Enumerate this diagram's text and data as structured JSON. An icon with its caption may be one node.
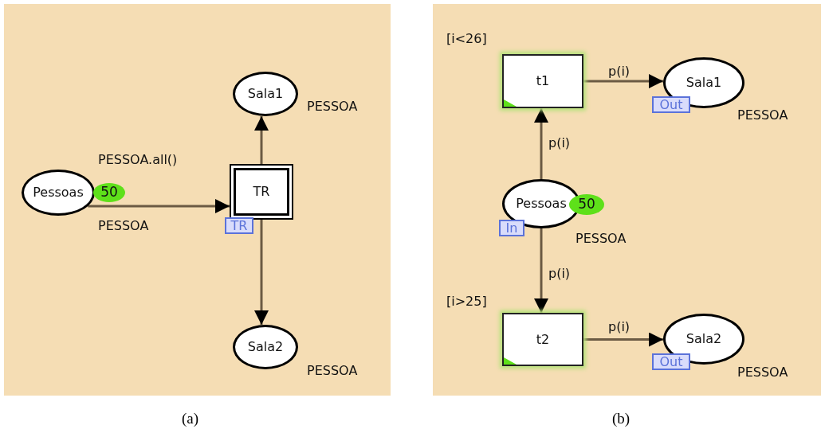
{
  "diagram": {
    "nodes": [
      {
        "text": [],
        "shape": "box",
        "beside": [
          "(a)"
        ]
      },
      {
        "text": [
          "Pessoas"
        ],
        "in": 0,
        "beside": [
          "PESSOA"
        ]
      },
      {
        "text": [
          "50"
        ],
        "in": 0
      },
      {
        "text": [
          "TR"
        ],
        "in": 0
      },
      {
        "text": [
          "TR"
        ],
        "in": 0
      },
      {
        "text": [
          "Sala1"
        ],
        "in": 0,
        "beside": [
          "PESSOA"
        ]
      },
      {
        "text": [
          "Sala2"
        ],
        "in": 0,
        "beside": [
          "PESSOA"
        ]
      },
      {
        "text": [],
        "shape": "box",
        "beside": [
          "(b)"
        ]
      },
      {
        "text": [
          "t1"
        ],
        "in": 7,
        "beside": [
          "[i<26]"
        ]
      },
      {
        "text": [
          "Sala1"
        ],
        "in": 7,
        "beside": [
          "PESSOA"
        ]
      },
      {
        "text": [
          "Out"
        ],
        "in": 7
      },
      {
        "text": [
          "Pessoas"
        ],
        "in": 7,
        "beside": [
          "PESSOA"
        ]
      },
      {
        "text": [
          "50"
        ],
        "in": 7
      },
      {
        "text": [
          "In"
        ],
        "in": 7
      },
      {
        "text": [
          "t2"
        ],
        "in": 7,
        "beside": [
          "[i>25]"
        ]
      },
      {
        "text": [
          "Sala2"
        ],
        "in": 7,
        "beside": [
          "PESSOA"
        ]
      },
      {
        "text": [
          "Out"
        ],
        "in": 7
      }
    ],
    "edges": [
      {
        "from": 1,
        "to": 3,
        "arrow": "to",
        "label": "PESSOA.all()"
      },
      {
        "from": 3,
        "to": 5,
        "arrow": "to"
      },
      {
        "from": 3,
        "to": 6,
        "arrow": "to"
      },
      {
        "from": 11,
        "to": 8,
        "arrow": "to",
        "label": "p(i)"
      },
      {
        "from": 8,
        "to": 9,
        "arrow": "to",
        "label": "p(i)"
      },
      {
        "from": 11,
        "to": 14,
        "arrow": "to",
        "label": "p(i)"
      },
      {
        "from": 14,
        "to": 15,
        "arrow": "to",
        "label": "p(i)"
      }
    ]
  }
}
